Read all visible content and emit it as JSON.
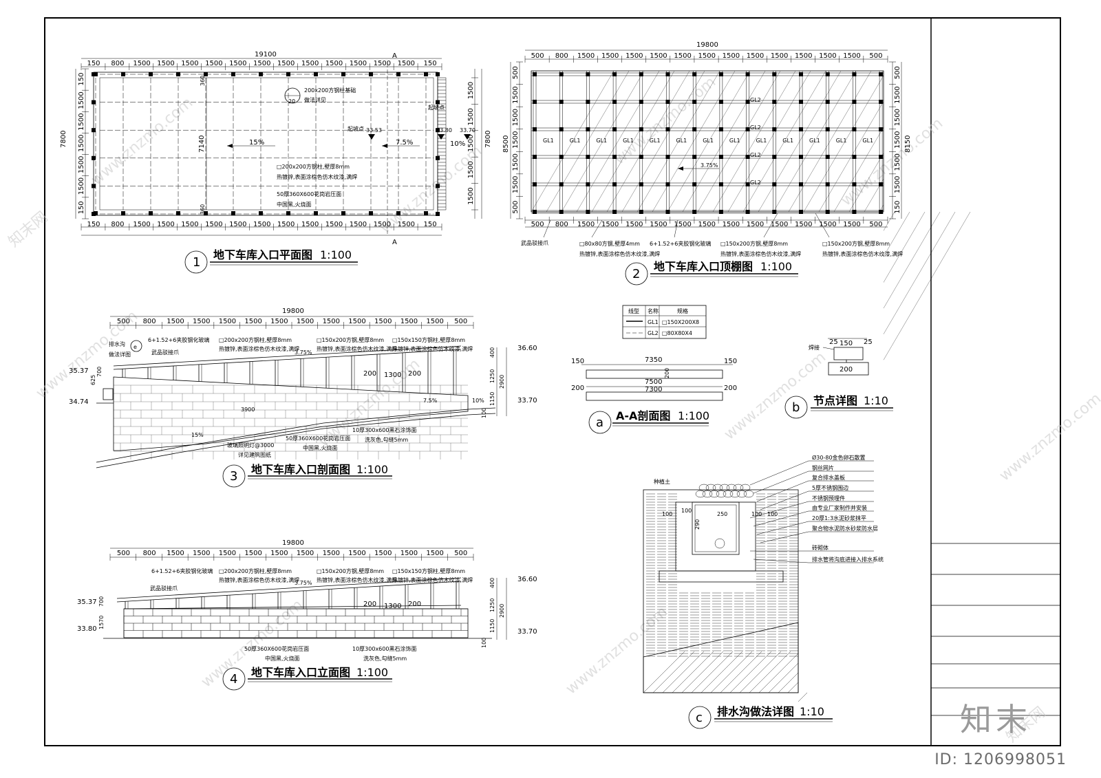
{
  "drawings": {
    "d1": {
      "index": "1",
      "title": "地下车库入口平面图",
      "scale": "1:100"
    },
    "d2": {
      "index": "2",
      "title": "地下车库入口顶棚图",
      "scale": "1:100"
    },
    "d3": {
      "index": "3",
      "title": "地下车库入口剖面图",
      "scale": "1:100"
    },
    "d4": {
      "index": "4",
      "title": "地下车库入口立面图",
      "scale": "1:100"
    },
    "da": {
      "index": "a",
      "title": "A-A剖面图",
      "scale": "1:100"
    },
    "db": {
      "index": "b",
      "title": "节点详图",
      "scale": "1:10"
    },
    "dc": {
      "index": "c",
      "title": "排水沟做法详图",
      "scale": "1:10"
    }
  },
  "plan": {
    "overall": "19100",
    "spans_top": [
      "150",
      "800",
      "1500",
      "1500",
      "1500",
      "1500",
      "1500",
      "1500",
      "1500",
      "1500",
      "1500",
      "1500",
      "1500",
      "1500",
      "150"
    ],
    "left_total": "7800",
    "left_spans": [
      "150",
      "1500",
      "1500",
      "1500",
      "1500",
      "1500",
      "150"
    ],
    "right_spans": [
      "1500",
      "1500",
      "1500",
      "1500",
      "1500"
    ],
    "right_total": "7800",
    "inner": "7140",
    "inner_small": [
      "360",
      "360"
    ],
    "section_mark": "A",
    "slopes": [
      "15%",
      "7.5%",
      "10%"
    ],
    "elevations": [
      "33.53",
      "33.80",
      "33.70"
    ],
    "label_start": "起坡点",
    "note_base_ref": "20",
    "note_base": "200x200方钢柱基础",
    "note_base_2": "做法详见",
    "note_col": "□200x200方钢柱,壁厚8mm",
    "note_col_2": "热镀锌,表面涂棕色仿木纹漆,满焊",
    "note_floor": "50厚360X600花岗岩压面",
    "note_floor_2": "中国黑,火烧面"
  },
  "ceiling": {
    "overall": "19800",
    "spans": [
      "500",
      "800",
      "1500",
      "1500",
      "1500",
      "1500",
      "1500",
      "1500",
      "1500",
      "1500",
      "1500",
      "1500",
      "1500",
      "1500",
      "500"
    ],
    "left_total": "8500",
    "left_spans": [
      "500",
      "1500",
      "1500",
      "1500",
      "1500",
      "1500",
      "500"
    ],
    "right_total": "8150",
    "right_spans": [
      "500",
      "1500",
      "1500",
      "1500",
      "1500",
      "1500",
      "150"
    ],
    "gl1": "GL1",
    "gl2": "GL2",
    "slope": "3.75%",
    "note_1": "武品驳接爪",
    "note_2": "□80x80方钢,壁厚4mm",
    "note_2b": "热镀锌,表面涂棕色仿木纹漆,满焊",
    "note_3": "6+1.52+6夹胶钢化玻璃",
    "note_4": "□150x200方钢,壁厚8mm",
    "note_5": "□150x200方钢,壁厚8mm",
    "note_5b": "热镀锌,表面涂棕色仿木纹漆,满焊"
  },
  "legend": {
    "headers": [
      "线型",
      "名称",
      "规格"
    ],
    "rows": [
      [
        "GL1",
        "□150X200X8"
      ],
      [
        "GL2",
        "□80X80X4"
      ]
    ]
  },
  "section": {
    "overall": "19800",
    "spans": [
      "500",
      "800",
      "1500",
      "1500",
      "1500",
      "1500",
      "1500",
      "1500",
      "1500",
      "1500",
      "1500",
      "1500",
      "1500",
      "500"
    ],
    "elev": [
      "36.60",
      "35.37",
      "34.74",
      "33.70"
    ],
    "heights": [
      "400",
      "1250",
      "2900",
      "1150",
      "100"
    ],
    "left_h": [
      "625",
      "700"
    ],
    "ref_e": "e",
    "notes": [
      "排水沟",
      "做法详图",
      "6+1.52+6夹胶钢化玻璃",
      "武品驳接爪",
      "□200x200方钢柱,壁厚8mm",
      "热镀锌,表面涂棕色仿木纹漆,满焊",
      "□150x200方钢,壁厚8mm",
      "热镀锌,表面涂棕色仿木纹漆,满焊",
      "□150x150方钢柱,壁厚8mm",
      "热镀锌,表面涂棕色仿木纹漆,满焊",
      "50厚360X600花岗岩压面",
      "中国黑,火烧面",
      "10厚300x600黑石涂饰面",
      "洗灰色,勾缝5mm",
      "玻璃照明灯@3000",
      "详见建筑图纸"
    ],
    "slopes": [
      "3.75%",
      "15%",
      "7.5%",
      "10%"
    ],
    "dims_small": [
      "200",
      "1300",
      "200"
    ],
    "ground": "3900"
  },
  "elevation": {
    "overall": "19800",
    "spans": [
      "500",
      "800",
      "1500",
      "1500",
      "1500",
      "1500",
      "1500",
      "1500",
      "1500",
      "1500",
      "1500",
      "1500",
      "1500",
      "500"
    ],
    "elev": [
      "36.60",
      "35.37",
      "33.80",
      "33.70"
    ],
    "heights": [
      "400",
      "1250",
      "2900",
      "1150",
      "100"
    ],
    "left_h": [
      "700",
      "1570"
    ],
    "slope": "3.75%",
    "dims_small": [
      "200",
      "1300",
      "200"
    ],
    "notes": [
      "6+1.52+6夹胶钢化玻璃",
      "武品驳接爪",
      "□200x200方钢柱,壁厚8mm",
      "热镀锌,表面涂棕色仿木纹漆,满焊",
      "□150x200方钢,壁厚8mm",
      "热镀锌,表面涂棕色仿木纹漆,满焊",
      "□150x150方钢柱,壁厚8mm",
      "热镀锌,表面涂棕色仿木纹漆,满焊",
      "50厚360X600花岗岩压面",
      "中国黑,火烧面",
      "10厚300x600黑石涂饰面",
      "洗灰色,勾缝5mm"
    ]
  },
  "aa": {
    "top": [
      "150",
      "7350",
      "150"
    ],
    "mid": "7500",
    "bottom": "7300",
    "side": [
      "200",
      "200"
    ],
    "center": "200"
  },
  "node": {
    "label": "焊接",
    "dims": [
      "25",
      "150",
      "25",
      "200"
    ]
  },
  "drain": {
    "dims": [
      "100",
      "250",
      "100",
      "100",
      "100",
      "290"
    ],
    "left_label": "种植土",
    "notes": [
      "Ø30-80金色卵石散置",
      "钢丝网片",
      "复合排水盖板",
      "5厚不锈钢围边",
      "不锈钢预埋件",
      "由专业厂家制作并安装",
      "20厚1:3水泥砂浆抹平",
      "聚合物水泥防水砂浆防水层",
      "砖砌体",
      "排水管将沟底进接入排水系统"
    ]
  },
  "watermark": "www.znzmo.com",
  "watermark_cn": "知末网",
  "brand": "知末",
  "id_label": "ID: 1206998051"
}
